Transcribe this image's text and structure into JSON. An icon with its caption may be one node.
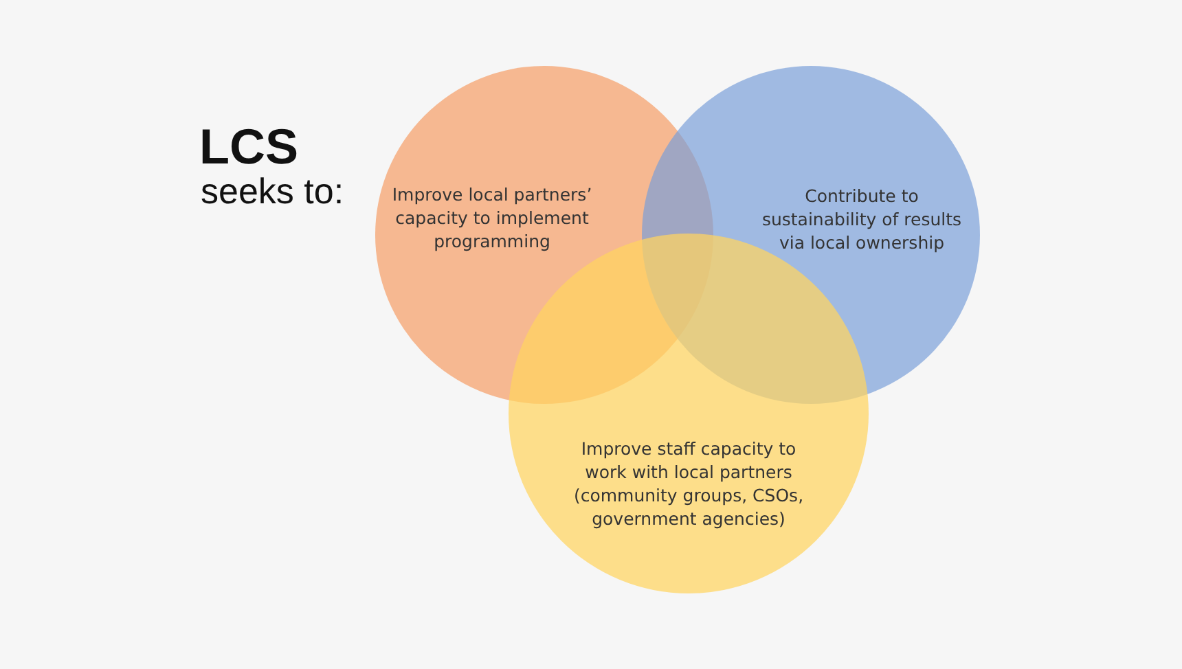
{
  "diagram": {
    "nodes": [
      {
        "text": [
          "Improve local partners’ capacity to implement programming"
        ]
      },
      {
        "text": [
          "Contribute to sustainability of results via local ownership"
        ]
      },
      {
        "text": [
          "Improve staff capacity to work with local partners (community groups, CSOs, government agencies)"
        ]
      }
    ],
    "labels": [
      "LCS",
      "seeks to:"
    ]
  }
}
